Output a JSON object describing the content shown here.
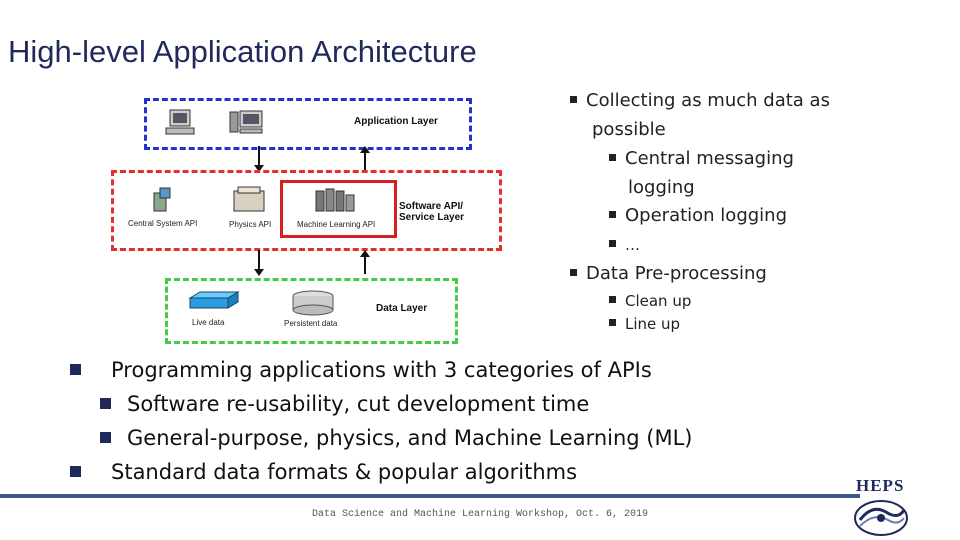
{
  "title": "High-level Application Architecture",
  "diagram": {
    "application_layer": {
      "label": "Application Layer",
      "color": "#2233cc"
    },
    "service_layer": {
      "label_line1": "Software API/",
      "label_line2": "Service Layer",
      "color": "#e23030",
      "components": [
        "Central System API",
        "Physics API",
        "Machine Learning API"
      ]
    },
    "data_layer": {
      "label": "Data Layer",
      "color": "#44cc44",
      "components": [
        "Live data",
        "Persistent data"
      ]
    }
  },
  "right_bullets": [
    {
      "text_line1": "Collecting as much data as",
      "text_line2": "possible"
    },
    {
      "text_line1": "Central messaging",
      "text_line2": "logging"
    },
    {
      "text": "Operation logging"
    },
    {
      "text": "…"
    },
    {
      "text": "Data Pre-processing"
    },
    {
      "text": "Clean up"
    },
    {
      "text": "Line up"
    }
  ],
  "lower_bullets": [
    "Programming applications with 3 categories of APIs",
    "Software re-usability, cut development time",
    "General-purpose, physics, and Machine Learning (ML)",
    "Standard data formats & popular algorithms"
  ],
  "footer": "Data Science and Machine Learning Workshop, Oct. 6, 2019",
  "logo": {
    "text": "HEPS",
    "icon": "heps-swirl-logo-icon"
  },
  "colors": {
    "title": "#1f2a5a",
    "bullet_marker": "#1f2a5a",
    "footer_rule": "#3a5a8c",
    "highlight": "#d81f1f"
  }
}
